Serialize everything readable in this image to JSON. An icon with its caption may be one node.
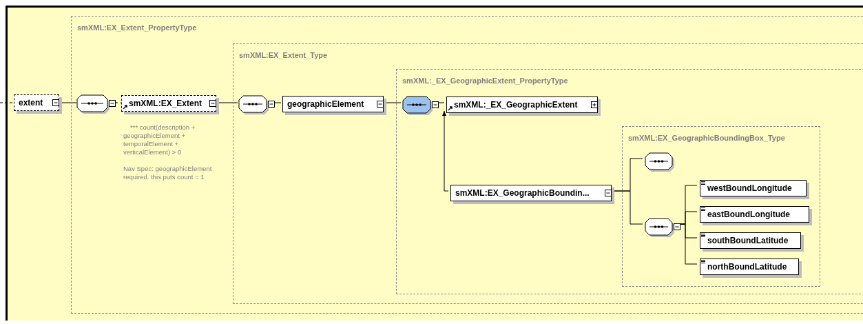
{
  "diagram": {
    "nodes": [
      {
        "text": [
          "extent"
        ]
      },
      {
        "text": [
          "smXML:EX_Extent_PropertyType"
        ]
      },
      {
        "text": [],
        "shape": "octagon",
        "in": 1
      },
      {
        "text": [
          "smXML:EX_Extent"
        ],
        "in": 1,
        "beside": [
          "*** count(description + geographicElement + temporalElement + verticalElement) > 0",
          "Nav Spec: geographicElement required. this puts count = 1"
        ]
      },
      {
        "text": [
          "smXML:EX_Extent_Type"
        ],
        "in": 1
      },
      {
        "text": [],
        "shape": "octagon",
        "in": 4
      },
      {
        "text": [
          "geographicElement"
        ],
        "in": 4
      },
      {
        "text": [
          "smXML:_EX_GeographicExtent_PropertyType"
        ],
        "in": 4
      },
      {
        "text": [],
        "shape": "octagon",
        "in": 7
      },
      {
        "text": [
          "smXML:_EX_GeographicExtent"
        ],
        "in": 7
      },
      {
        "text": [
          "smXML:EX_GeographicBoundin..."
        ],
        "in": 7
      },
      {
        "text": [
          "smXML:EX_GeographicBoundingBox_Type"
        ],
        "in": 7
      },
      {
        "text": [],
        "shape": "octagon",
        "in": 11
      },
      {
        "text": [],
        "shape": "octagon",
        "in": 11
      },
      {
        "text": [
          "westBoundLongitude"
        ],
        "in": 11
      },
      {
        "text": [
          "eastBoundLongitude"
        ],
        "in": 11
      },
      {
        "text": [
          "southBoundLatitude"
        ],
        "in": 11
      },
      {
        "text": [
          "northBoundLatitude"
        ],
        "in": 11
      }
    ],
    "edges": [
      {
        "from": null,
        "to": 0,
        "arrow": "none",
        "style": "dashed"
      },
      {
        "from": 0,
        "to": 2,
        "arrow": "none"
      },
      {
        "from": 2,
        "to": 3,
        "arrow": "none",
        "style": "dashed"
      },
      {
        "from": 3,
        "to": 5,
        "arrow": "none"
      },
      {
        "from": 5,
        "to": 6,
        "arrow": "none"
      },
      {
        "from": 6,
        "to": 8,
        "arrow": "none"
      },
      {
        "from": 8,
        "to": 9,
        "arrow": "none"
      },
      {
        "from": 10,
        "to": 9,
        "arrow": "to"
      },
      {
        "from": 10,
        "to": 12,
        "arrow": "none"
      },
      {
        "from": 10,
        "to": 13,
        "arrow": "none"
      },
      {
        "from": 13,
        "to": 14,
        "arrow": "none"
      },
      {
        "from": 13,
        "to": 15,
        "arrow": "none"
      },
      {
        "from": 13,
        "to": 16,
        "arrow": "none"
      },
      {
        "from": 13,
        "to": 17,
        "arrow": "none"
      }
    ]
  }
}
